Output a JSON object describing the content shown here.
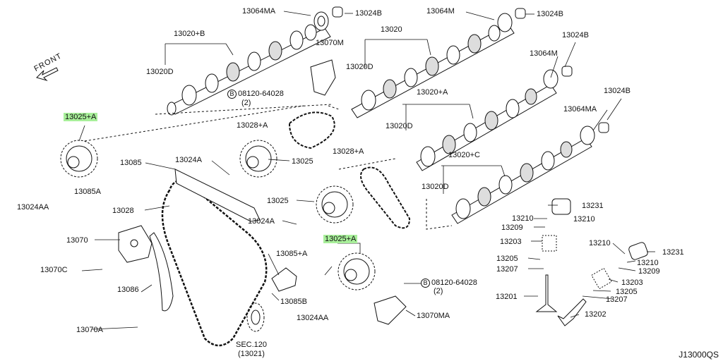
{
  "diagram": {
    "drawing_code": "J13000QS",
    "front_label": "FRONT",
    "labels": {
      "l_13064MA_top": "13064MA",
      "l_13024B_top": "13024B",
      "l_13064M_top": "13064M",
      "l_13024B_top2": "13024B",
      "l_13020B": "13020+B",
      "l_13070M": "13070M",
      "l_13020": "13020",
      "l_13024B_right": "13024B",
      "l_13064M_right": "13064M",
      "l_13020D_1": "13020D",
      "l_bolt_1": "08120-64028",
      "l_bolt_1_qty": "(2)",
      "l_13020D_2": "13020D",
      "l_13020A": "13020+A",
      "l_13024B_right2": "13024B",
      "l_13064MA_right": "13064MA",
      "l_13025A_1": "13025+A",
      "l_13028A_1": "13028+A",
      "l_13020D_3": "13020D",
      "l_13028A_2": "13028+A",
      "l_13020C": "13020+C",
      "l_13085": "13085",
      "l_13024A_1": "13024A",
      "l_13025": "13025",
      "l_13085A": "13085A",
      "l_13024AA_1": "13024AA",
      "l_13020D_4": "13020D",
      "l_13231_1": "13231",
      "l_13028": "13028",
      "l_13025_2": "13025",
      "l_13210_1": "13210",
      "l_13210_2": "13210",
      "l_13024A_2": "13024A",
      "l_13209_1": "13209",
      "l_13070": "13070",
      "l_13025A_2": "13025+A",
      "l_13203_1": "13203",
      "l_13210_3": "13210",
      "l_13231_2": "13231",
      "l_13085A_2": "13085+A",
      "l_13205_1": "13205",
      "l_13210_4": "13210",
      "l_13070C": "13070C",
      "l_13207_1": "13207",
      "l_13209_2": "13209",
      "l_bolt_2": "08120-64028",
      "l_bolt_2_qty": "(2)",
      "l_13203_2": "13203",
      "l_13086": "13086",
      "l_13201": "13201",
      "l_13205_2": "13205",
      "l_13085B": "13085B",
      "l_13207_2": "13207",
      "l_13024AA_2": "13024AA",
      "l_13070MA": "13070MA",
      "l_13202": "13202",
      "l_13070A": "13070A",
      "l_sec120": "SEC.120",
      "l_sec120_ref": "(13021)"
    },
    "bolt_marker": "B",
    "highlight_color": "#a8ef9a"
  }
}
